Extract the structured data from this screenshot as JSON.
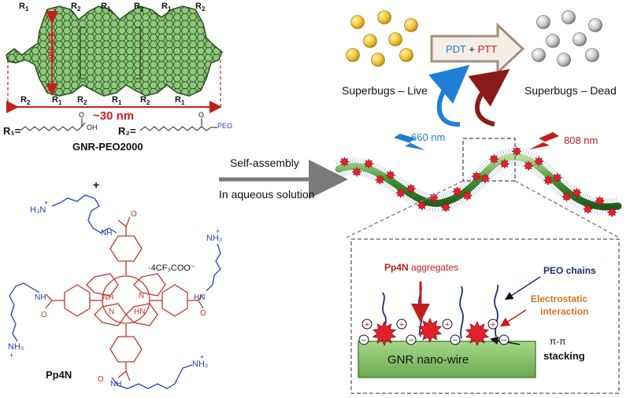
{
  "gnr": {
    "label": "GNR-PEO2000",
    "r1": "R",
    "r1_sub": "1",
    "r2": "R",
    "r2_sub": "2",
    "width_label": "~1.7 nm",
    "length_label": "~30 nm",
    "r1_def": "R₁=",
    "r2_def": "R₂=",
    "oh": "OH",
    "o": "O",
    "peo": "PEO",
    "color": "#8cc97a"
  },
  "plus": "+",
  "porphyrin": {
    "label": "Pp4N",
    "salt": "·4CF₃COO⁻",
    "nh3": "H₃N",
    "nh3_right": "NH₃",
    "nh": "NH",
    "hn": "HN",
    "n": "N",
    "o": "O",
    "plus_charge": "+",
    "arm_color": "#2b3fbf",
    "core_color": "#c0392b"
  },
  "process": {
    "label_top": "Self-assembly",
    "label_bottom": "In aqueous solution"
  },
  "bacteria": {
    "live_label": "Superbugs – Live",
    "dead_label": "Superbugs – Dead",
    "live_color": "#f2c230",
    "dead_color": "#c8c8c8"
  },
  "therapy": {
    "pdt": "PDT",
    "plus": "+",
    "ptt": "PTT",
    "pdt_color": "#1f7fd6",
    "ptt_color": "#c0201a"
  },
  "light": {
    "blue_label": "660 nm",
    "red_label": "808 nm"
  },
  "inset": {
    "pp4n": "Pp4N",
    "aggregates": "aggregates",
    "peo_chains": "PEO chains",
    "electrostatic_1": "Electrostatic",
    "electrostatic_2": "interaction",
    "pi_pi": "π-π",
    "stacking": "stacking",
    "nanowire": "GNR nano-wire",
    "plus": "+",
    "minus": "−",
    "wire_color": "#7fbf5f",
    "orange": "#d9731f",
    "navy": "#1a2f6e"
  }
}
